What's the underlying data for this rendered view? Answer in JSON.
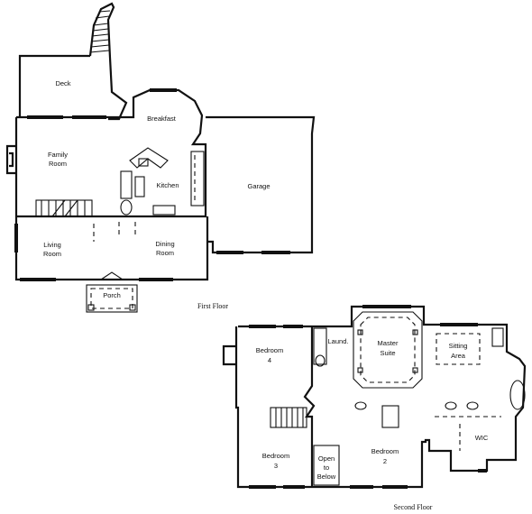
{
  "first_floor": {
    "caption": "First Floor",
    "rooms": {
      "deck": "Deck",
      "breakfast": "Breakfast",
      "family_room": [
        "Family",
        "Room"
      ],
      "kitchen": "Kitchen",
      "garage": "Garage",
      "living_room": [
        "Living",
        "Room"
      ],
      "dining_room": [
        "Dining",
        "Room"
      ],
      "porch": "Porch"
    }
  },
  "second_floor": {
    "caption": "Second Floor",
    "rooms": {
      "bedroom_4": [
        "Bedroom",
        "4"
      ],
      "laundry": "Laund.",
      "master_suite": [
        "Master",
        "Suite"
      ],
      "sitting_area": [
        "Sitting",
        "Area"
      ],
      "bedroom_3": [
        "Bedroom",
        "3"
      ],
      "open_to_below": [
        "Open",
        "to",
        "Below"
      ],
      "bedroom_2": [
        "Bedroom",
        "2"
      ],
      "wic": "WIC"
    }
  }
}
